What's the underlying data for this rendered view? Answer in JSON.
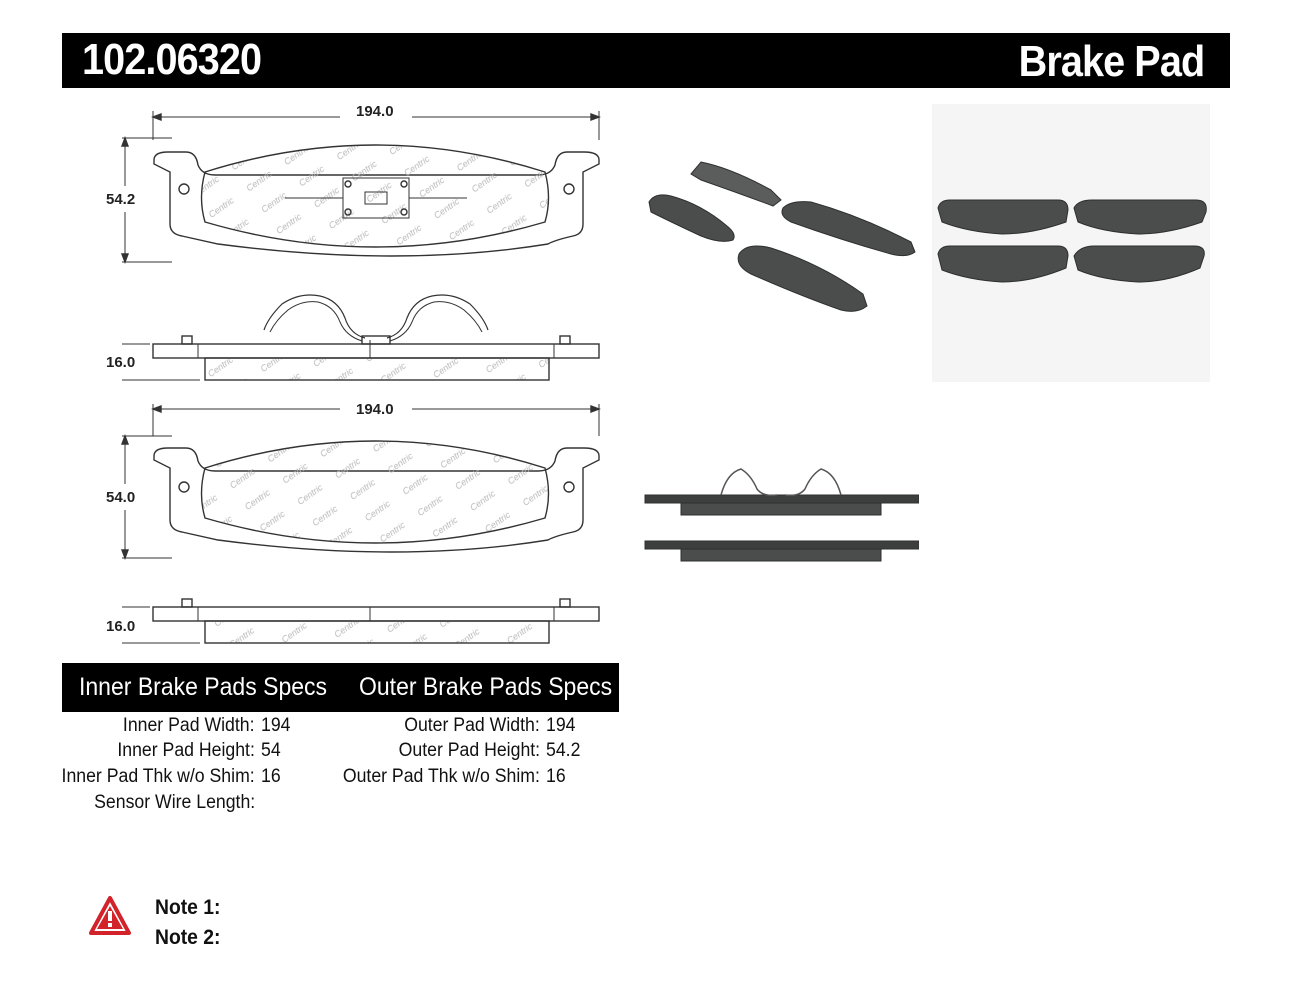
{
  "header": {
    "part_number": "102.06320",
    "product_type": "Brake Pad"
  },
  "drawings": {
    "outer_pad": {
      "width": "194.0",
      "height": "54.2",
      "thickness": "16.0"
    },
    "inner_pad": {
      "width": "194.0",
      "height": "54.0",
      "thickness": "16.0"
    },
    "watermark": "Centric"
  },
  "specs": {
    "inner_title": "Inner Brake Pads Specs",
    "outer_title": "Outer Brake Pads Specs",
    "inner": [
      {
        "label": "Inner Pad Width:",
        "value": "194"
      },
      {
        "label": "Inner Pad Height:",
        "value": "54"
      },
      {
        "label": "Inner Pad Thk w/o Shim:",
        "value": "16"
      },
      {
        "label": "Sensor Wire Length:",
        "value": ""
      }
    ],
    "outer": [
      {
        "label": "Outer Pad Width:",
        "value": "194"
      },
      {
        "label": "Outer Pad Height:",
        "value": "54.2"
      },
      {
        "label": "Outer Pad Thk w/o Shim:",
        "value": "16"
      }
    ]
  },
  "notes": {
    "note1": "Note 1:",
    "note2": "Note 2:"
  },
  "colors": {
    "header_bg": "#000000",
    "warning_red": "#d2232a",
    "pad_gray": "#4a4d4c"
  }
}
